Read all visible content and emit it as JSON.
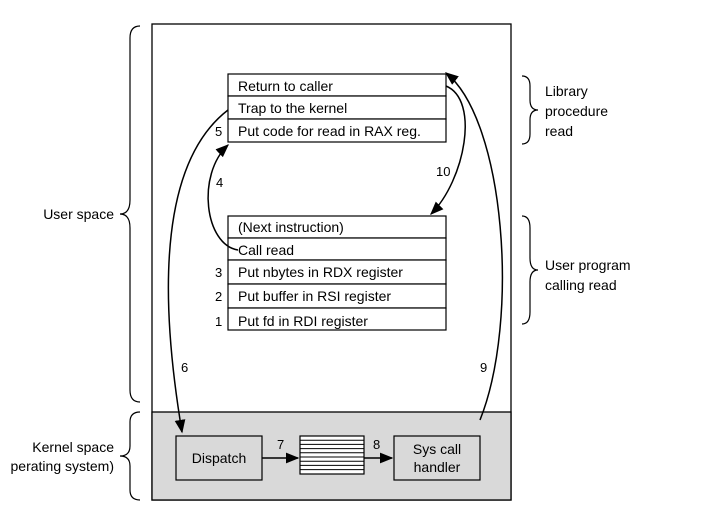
{
  "left_labels": {
    "user_space": "User space",
    "kernel_space_line1": "Kernel space",
    "kernel_space_line2": "perating system)"
  },
  "library_procedure": {
    "label_lines": [
      "Library",
      "procedure",
      "read"
    ],
    "rows": [
      "Return to caller",
      "Trap to the kernel",
      "Put code for read in RAX reg."
    ]
  },
  "user_program": {
    "label_lines": [
      "User program",
      "calling read"
    ],
    "rows": [
      "(Next instruction)",
      "Call read",
      "Put nbytes in RDX register",
      "Put buffer in RSI register",
      "Put fd in RDI register"
    ]
  },
  "kernel": {
    "dispatch_label": "Dispatch",
    "handler_lines": [
      "Sys call",
      "handler"
    ]
  },
  "step_numbers": {
    "s1": "1",
    "s2": "2",
    "s3": "3",
    "s4": "4",
    "s5": "5",
    "s6": "6",
    "s7": "7",
    "s8": "8",
    "s9": "9",
    "s10": "10"
  }
}
